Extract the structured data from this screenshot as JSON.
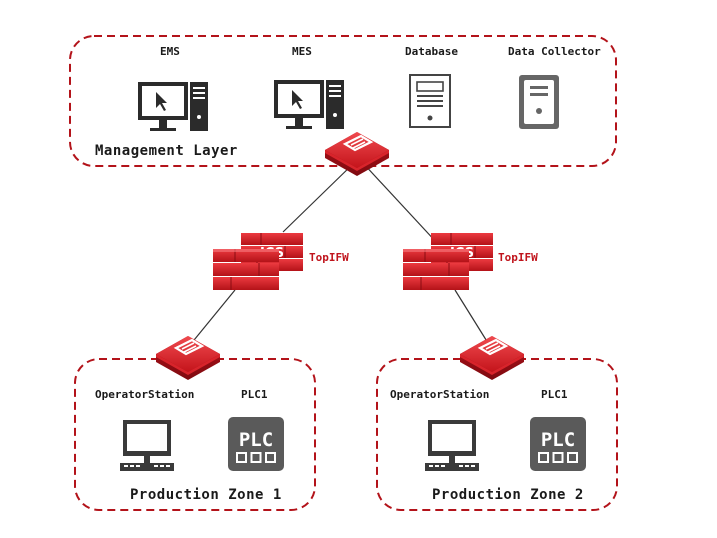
{
  "management_layer": {
    "title": "Management Layer",
    "nodes": [
      "EMS",
      "MES",
      "Database",
      "Data Collector"
    ]
  },
  "firewalls": {
    "left": {
      "label": "TopIFW",
      "badge": "ICS"
    },
    "right": {
      "label": "TopIFW",
      "badge": "ICS"
    }
  },
  "zones": [
    {
      "title": "Production Zone 1",
      "station": "OperatorStation",
      "plc": "PLC1",
      "plc_text": "PLC"
    },
    {
      "title": "Production Zone 2",
      "station": "OperatorStation",
      "plc": "PLC1",
      "plc_text": "PLC"
    }
  ],
  "colors": {
    "accent": "#c8161d",
    "dashed_border": "#b3131a",
    "device_gray": "#555555"
  }
}
